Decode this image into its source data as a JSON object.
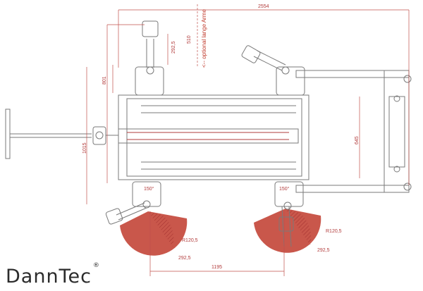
{
  "dimensions": {
    "overall_length": "2554",
    "optional_arm_offset": "510",
    "arm_height_top": "292,5",
    "lift_length_left": "801",
    "side_width": "1015",
    "rear_width": "645",
    "angle_left": "150°",
    "angle_right": "150°",
    "radius_left": "R120,5",
    "radius_right": "R120,5",
    "arm_left_bottom": "292,5",
    "arm_right_bottom": "292,5",
    "wheelbase_bottom": "1195"
  },
  "annotation": "<-- optional lange Arme",
  "brand": {
    "name": "DannTec",
    "mark": "®"
  },
  "colors": {
    "drawing_line": "#7a7a7a",
    "dimension_line": "#c0504d",
    "swing_zone": "#c0392b"
  }
}
